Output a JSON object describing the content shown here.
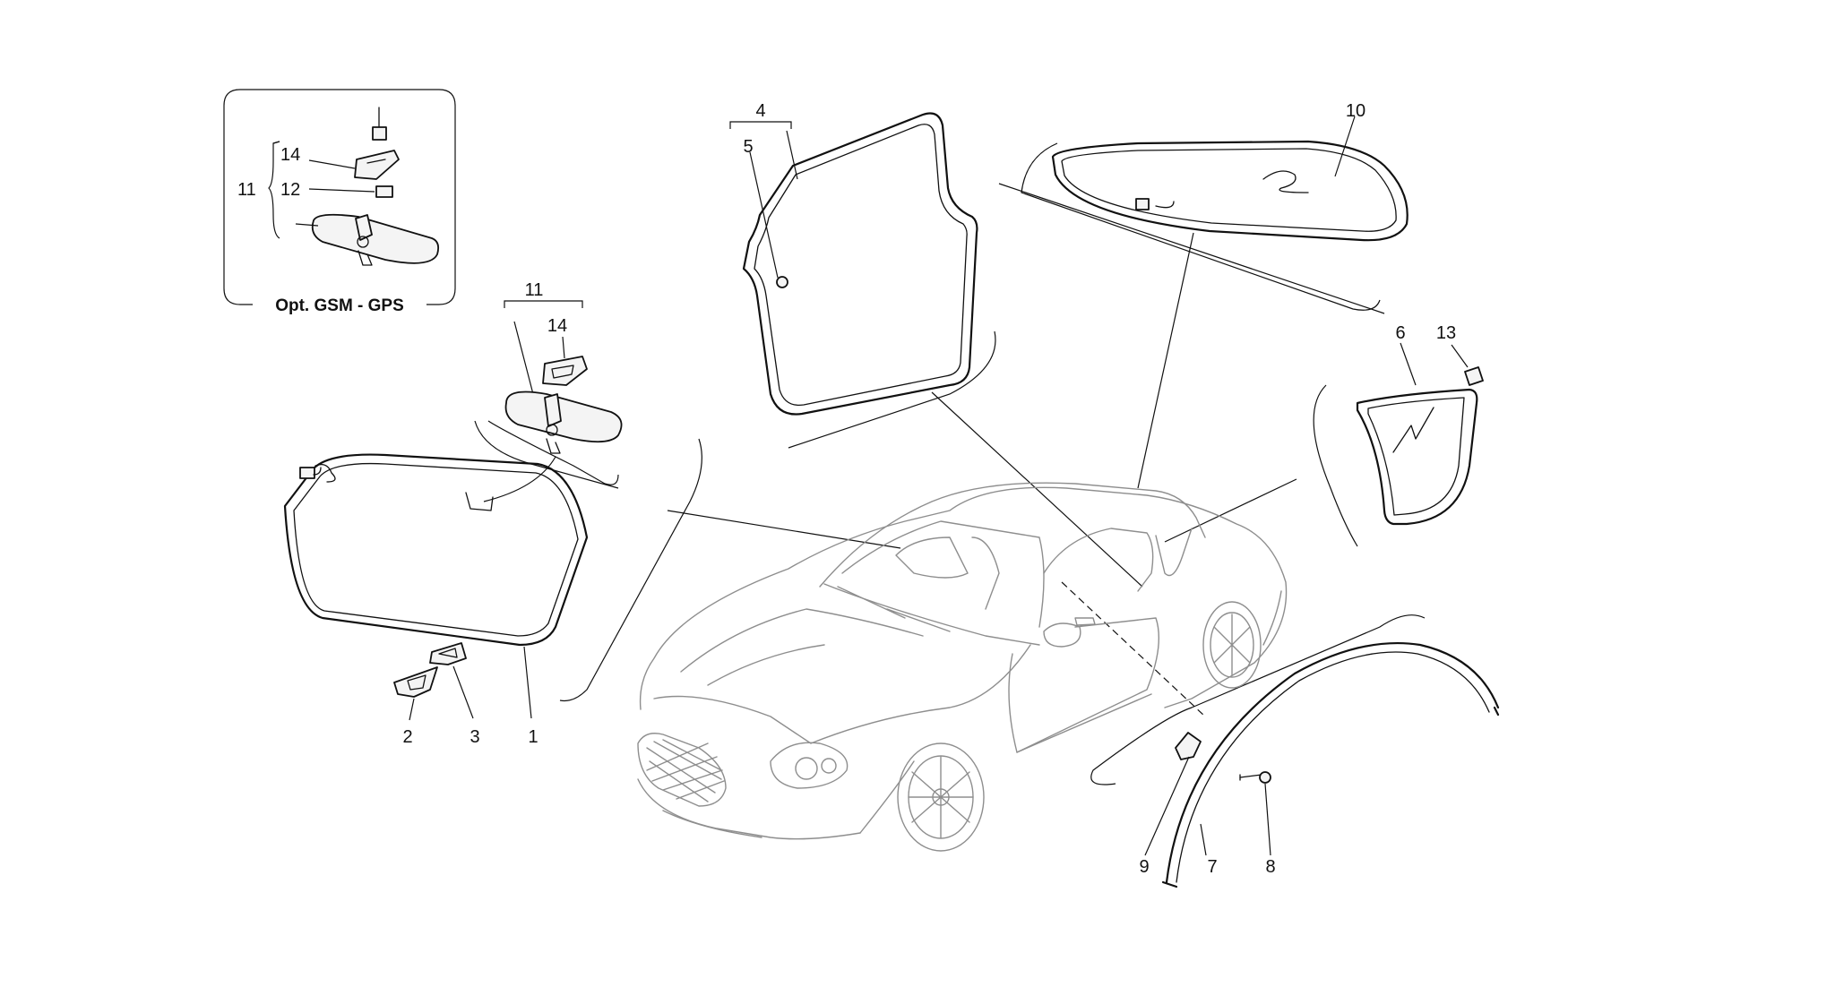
{
  "inset": {
    "title": "Opt. GSM - GPS"
  },
  "callouts": {
    "c1": "1",
    "c2": "2",
    "c3": "3",
    "c4": "4",
    "c5": "5",
    "c6": "6",
    "c7": "7",
    "c8": "8",
    "c9": "9",
    "c10": "10",
    "c11_mirror": "11",
    "c14_mirror": "14",
    "c11_inset": "11",
    "c12_inset": "12",
    "c14_inset": "14",
    "c13": "13"
  },
  "colors": {
    "ink": "#111111",
    "car_outline": "#8e8e8e",
    "background": "#ffffff"
  }
}
